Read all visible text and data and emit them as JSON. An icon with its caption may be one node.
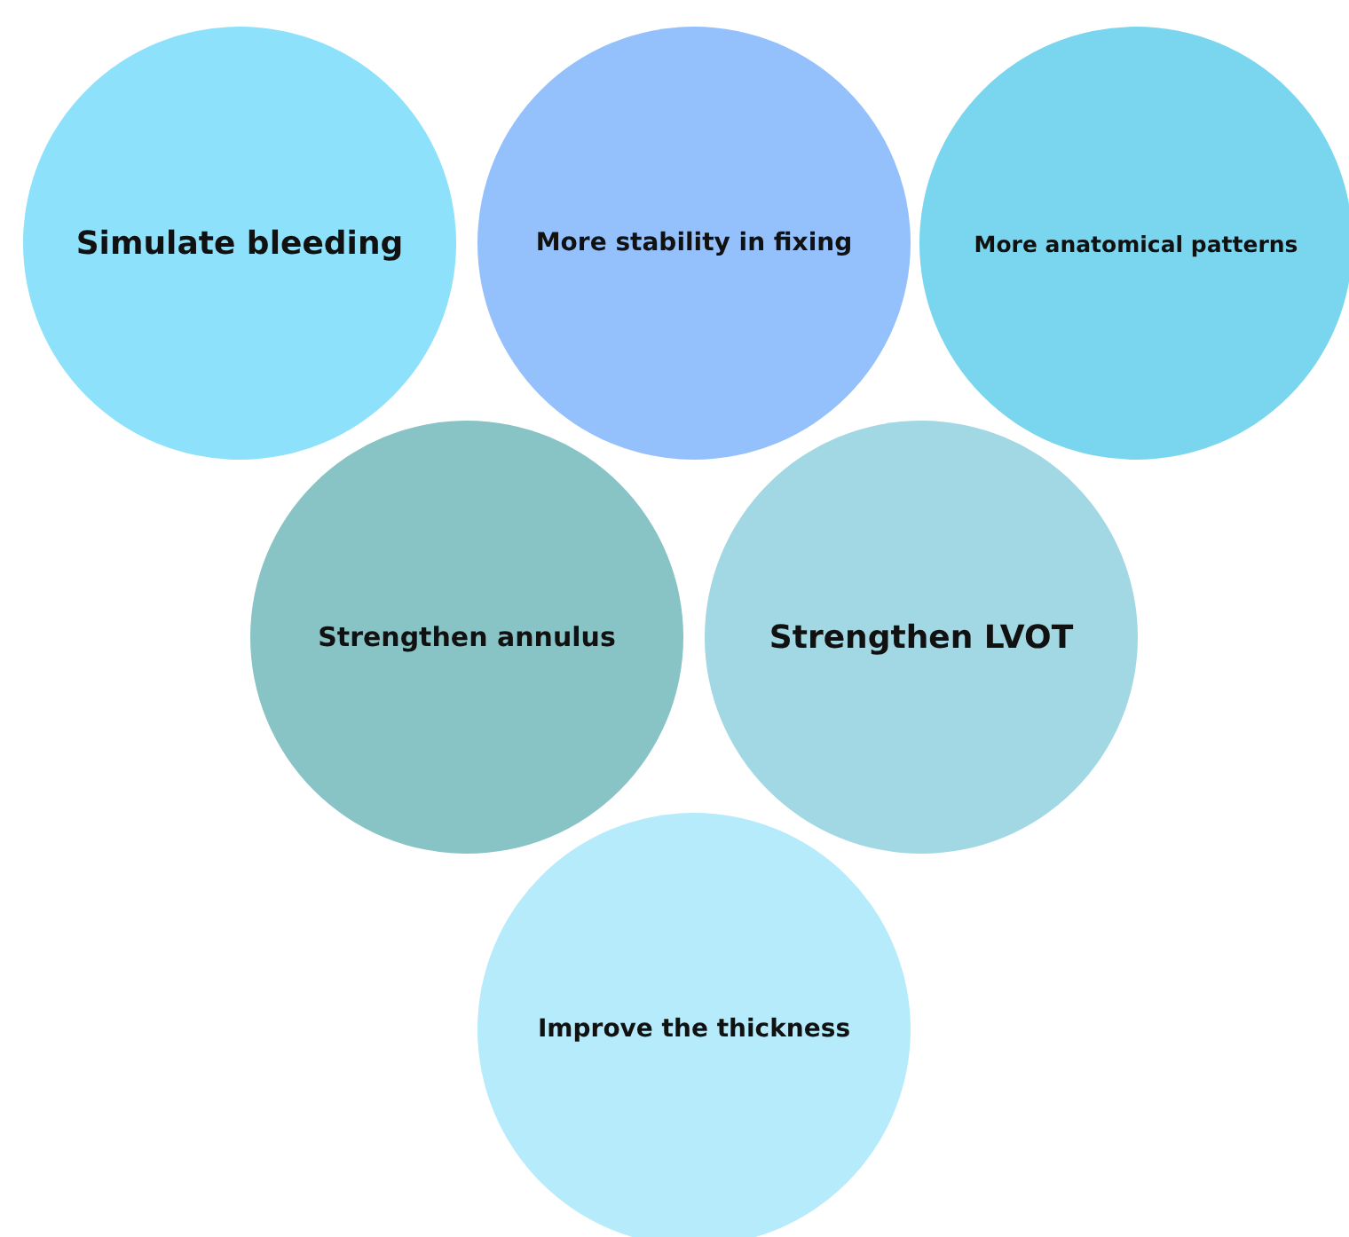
{
  "diagram": {
    "nodes": [
      {
        "text": [
          "Simulate bleeding"
        ]
      },
      {
        "text": [
          "More stability in fixing"
        ]
      },
      {
        "text": [
          "More anatomical patterns"
        ]
      },
      {
        "text": [
          "Strengthen annulus"
        ]
      },
      {
        "text": [
          "Strengthen LVOT"
        ]
      },
      {
        "text": [
          "Improve the thickness"
        ]
      }
    ]
  }
}
